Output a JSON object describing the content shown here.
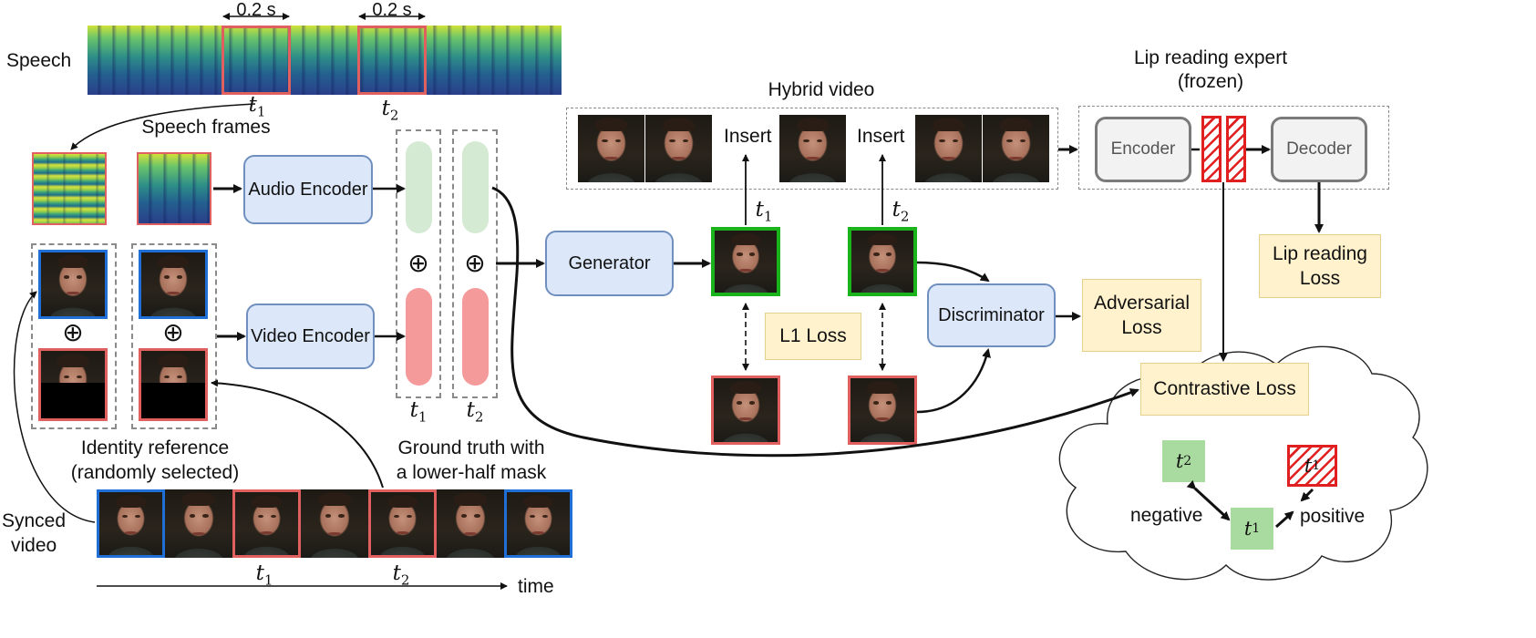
{
  "colors": {
    "blue_border": "#1f6fd6",
    "red_border": "#e06060",
    "green_border": "#1bb31b",
    "module_fill": "#dce8fa",
    "loss_fill": "#fff2cc",
    "hatch_red": "#e02020"
  },
  "labels": {
    "speech": "Speech",
    "duration_1": "0.2 s",
    "duration_2": "0.2 s",
    "speech_frames": "Speech frames",
    "hybrid_video": "Hybrid video",
    "lip_expert_line1": "Lip reading expert",
    "lip_expert_line2": "(frozen)",
    "insert_1": "Insert",
    "insert_2": "Insert",
    "identity_line1": "Identity reference",
    "identity_line2": "(randomly selected)",
    "gt_line1": "Ground truth with",
    "gt_line2": "a lower-half mask",
    "synced_line1": "Synced",
    "synced_line2": "video",
    "time": "time",
    "negative": "negative",
    "positive": "positive",
    "oplus": "⊕",
    "t": "t",
    "sub1": "1",
    "sub2": "2"
  },
  "modules": {
    "audio_encoder": "Audio Encoder",
    "video_encoder": "Video Encoder",
    "generator": "Generator",
    "discriminator": "Discriminator",
    "encoder": "Encoder",
    "decoder": "Decoder"
  },
  "losses": {
    "l1": "L1 Loss",
    "adversarial_line1": "Adversarial",
    "adversarial_line2": "Loss",
    "lip_line1": "Lip reading",
    "lip_line2": "Loss",
    "contrastive": "Contrastive Loss"
  }
}
